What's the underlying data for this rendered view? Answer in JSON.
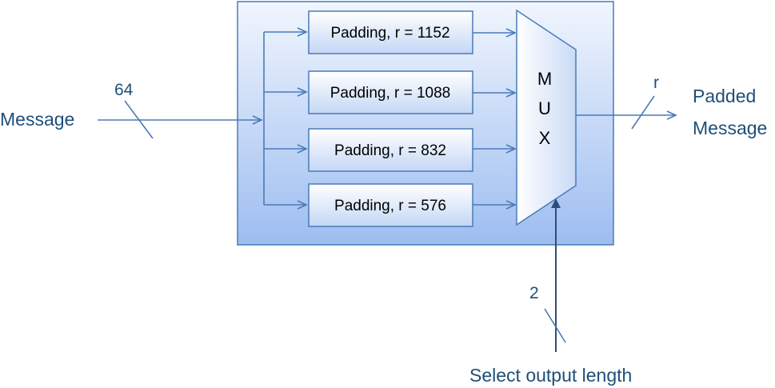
{
  "input": {
    "label": "Message",
    "bus_width": "64"
  },
  "output": {
    "label_line1": "Padded",
    "label_line2": "Message",
    "bus_width": "r"
  },
  "select": {
    "label": "Select output length",
    "bus_width": "2"
  },
  "padding_blocks": [
    {
      "label": "Padding, r = 1152"
    },
    {
      "label": "Padding, r = 1088"
    },
    {
      "label": "Padding, r = 832"
    },
    {
      "label": "Padding, r = 576"
    }
  ],
  "mux": {
    "letters": [
      "M",
      "U",
      "X"
    ]
  },
  "colors": {
    "outer_box_top": "#f1f6fe",
    "outer_box_bottom": "#9dbdf0",
    "inner_box_top": "#ffffff",
    "inner_box_bottom": "#c4d7f5",
    "border": "#4a7ab8",
    "text_label": "#1f4e79"
  }
}
